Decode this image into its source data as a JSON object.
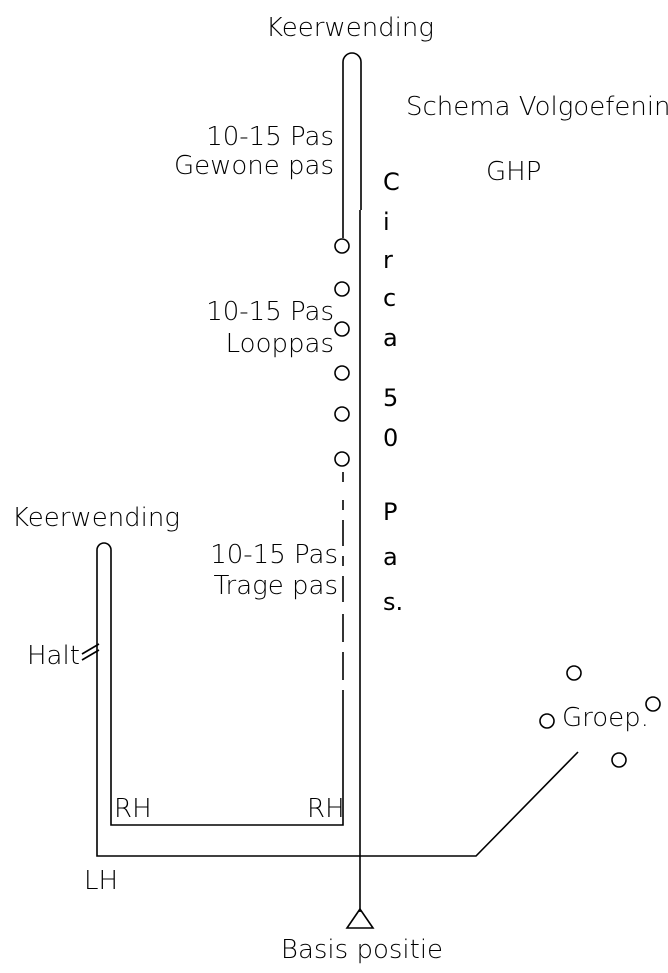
{
  "diagram": {
    "title": "Schema Volgoefening.",
    "subtitle": "GHP",
    "top_turn_label": "Keerwending",
    "left_turn_label": "Keerwending",
    "pace_normal": {
      "line1": "10-15 Pas",
      "line2": "Gewone pas"
    },
    "pace_run": {
      "line1": "10-15 Pas",
      "line2": "Looppas"
    },
    "pace_slow": {
      "line1": "10-15 Pas",
      "line2": "Trage pas"
    },
    "vertical_text": [
      "C",
      "i",
      "r",
      "c",
      "a",
      "5",
      "0",
      "P",
      "a",
      "s."
    ],
    "halt_label": "Halt",
    "rh_left": "RH",
    "rh_right": "RH",
    "lh_label": "LH",
    "group_label": "Groep.",
    "base_label": "Basis positie"
  }
}
